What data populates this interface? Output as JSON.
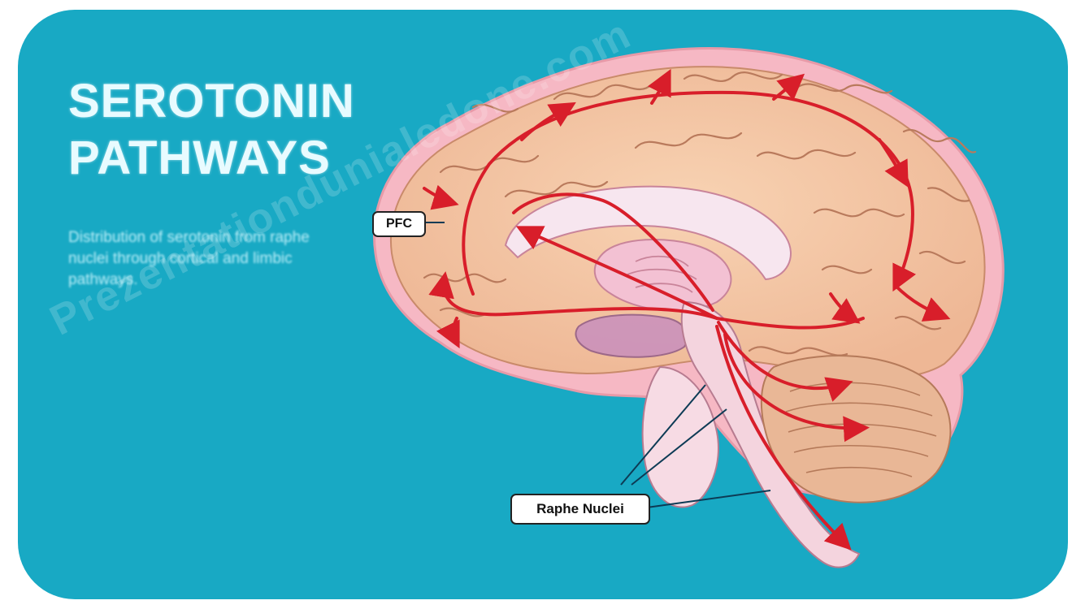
{
  "title": {
    "line1": "SEROTONIN",
    "line2": "PATHWAYS"
  },
  "description": "Distribution of serotonin from raphe nuclei through cortical and limbic pathways.",
  "labels": {
    "pfc": "PFC",
    "raphe": "Raphe Nuclei"
  },
  "watermark": "Prezentationdunialedone.com",
  "footer": {
    "left": "",
    "right": ""
  },
  "colors": {
    "background": "#18a9c4",
    "cortex": "#f3c9a6",
    "pathway": "#d81e2a",
    "title": "#e8fbff"
  }
}
